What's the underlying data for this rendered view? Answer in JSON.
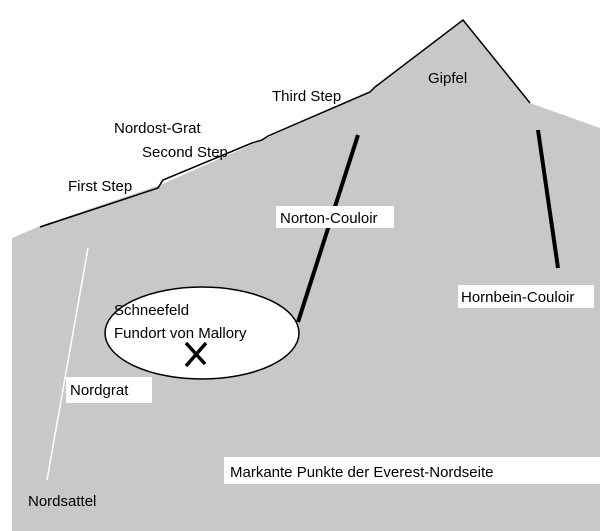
{
  "colors": {
    "background": "#ffffff",
    "mountain": "#c8c8c8",
    "ridge_line": "#000000",
    "couloir": "#000000",
    "label_bg": "#ffffff",
    "text": "#000000"
  },
  "labels": {
    "gipfel": "Gipfel",
    "third_step": "Third Step",
    "nordost_grat": "Nordost-Grat",
    "second_step": "Second Step",
    "first_step": "First Step",
    "norton_couloir": "Norton-Couloir",
    "hornbein_couloir": "Hornbein-Couloir",
    "schneefeld": "Schneefeld",
    "fundort": "Fundort von Mallory",
    "nordgrat": "Nordgrat",
    "nordsattel": "Nordsattel",
    "caption": "Markante Punkte der Everest-Nordseite"
  },
  "icons": {
    "mallory_marker": "x-mark-icon"
  }
}
